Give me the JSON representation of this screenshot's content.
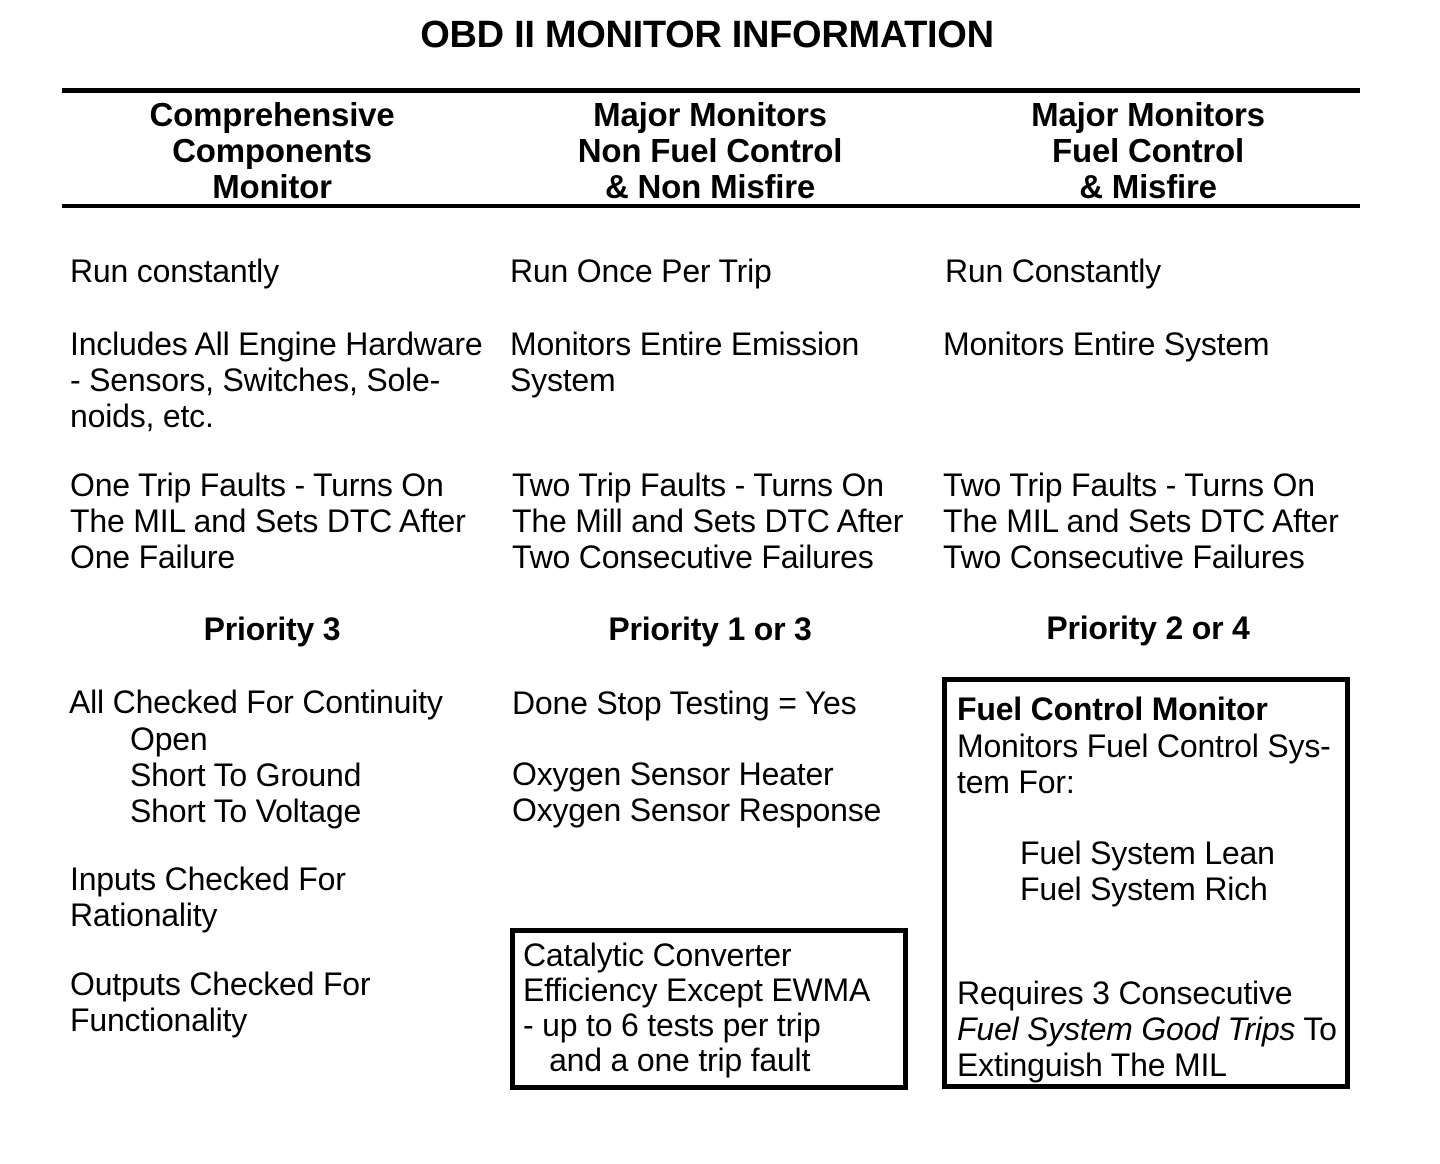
{
  "title": "OBD II MONITOR INFORMATION",
  "columns": [
    {
      "header": "Comprehensive\nComponents\nMonitor",
      "row1": "Run constantly",
      "row2": "Includes All Engine Hardware\n- Sensors, Switches, Sole-\nnoids, etc.",
      "row3": "One Trip Faults - Turns On\nThe MIL and Sets DTC After\nOne Failure",
      "priority": "Priority 3",
      "continuity_head": "All Checked For Continuity",
      "continuity_items": "Open\nShort To Ground\nShort To Voltage",
      "inputs": "Inputs Checked For\nRationality",
      "outputs": "Outputs Checked For\nFunctionality"
    },
    {
      "header": "Major Monitors\nNon Fuel Control\n& Non Misfire",
      "row1": "Run Once Per Trip",
      "row2": "Monitors Entire Emission\nSystem",
      "row3": "Two Trip Faults - Turns On\nThe Mill and Sets DTC After\nTwo Consecutive Failures",
      "priority": "Priority 1 or 3",
      "done_stop": "Done Stop Testing = Yes",
      "oxygen": "Oxygen Sensor Heater\nOxygen Sensor Response",
      "catalytic_box": "Catalytic Converter\nEfficiency Except EWMA\n- up to 6 tests per trip\n   and a one trip fault"
    },
    {
      "header": "Major Monitors\nFuel Control\n& Misfire",
      "row1": "Run Constantly",
      "row2": "Monitors Entire System",
      "row3": "Two Trip Faults - Turns On\nThe MIL and Sets DTC After\nTwo Consecutive Failures",
      "priority": "Priority 2 or 4",
      "fuel_box": {
        "title": "Fuel Control Monitor",
        "body": "Monitors Fuel Control Sys-\ntem For:",
        "list": "Fuel System Lean\nFuel System Rich",
        "req_pre": "Requires 3 Consecutive\n",
        "req_italic": "Fuel System Good Trips",
        "req_post": " To\nExtinguish The MIL"
      }
    }
  ]
}
